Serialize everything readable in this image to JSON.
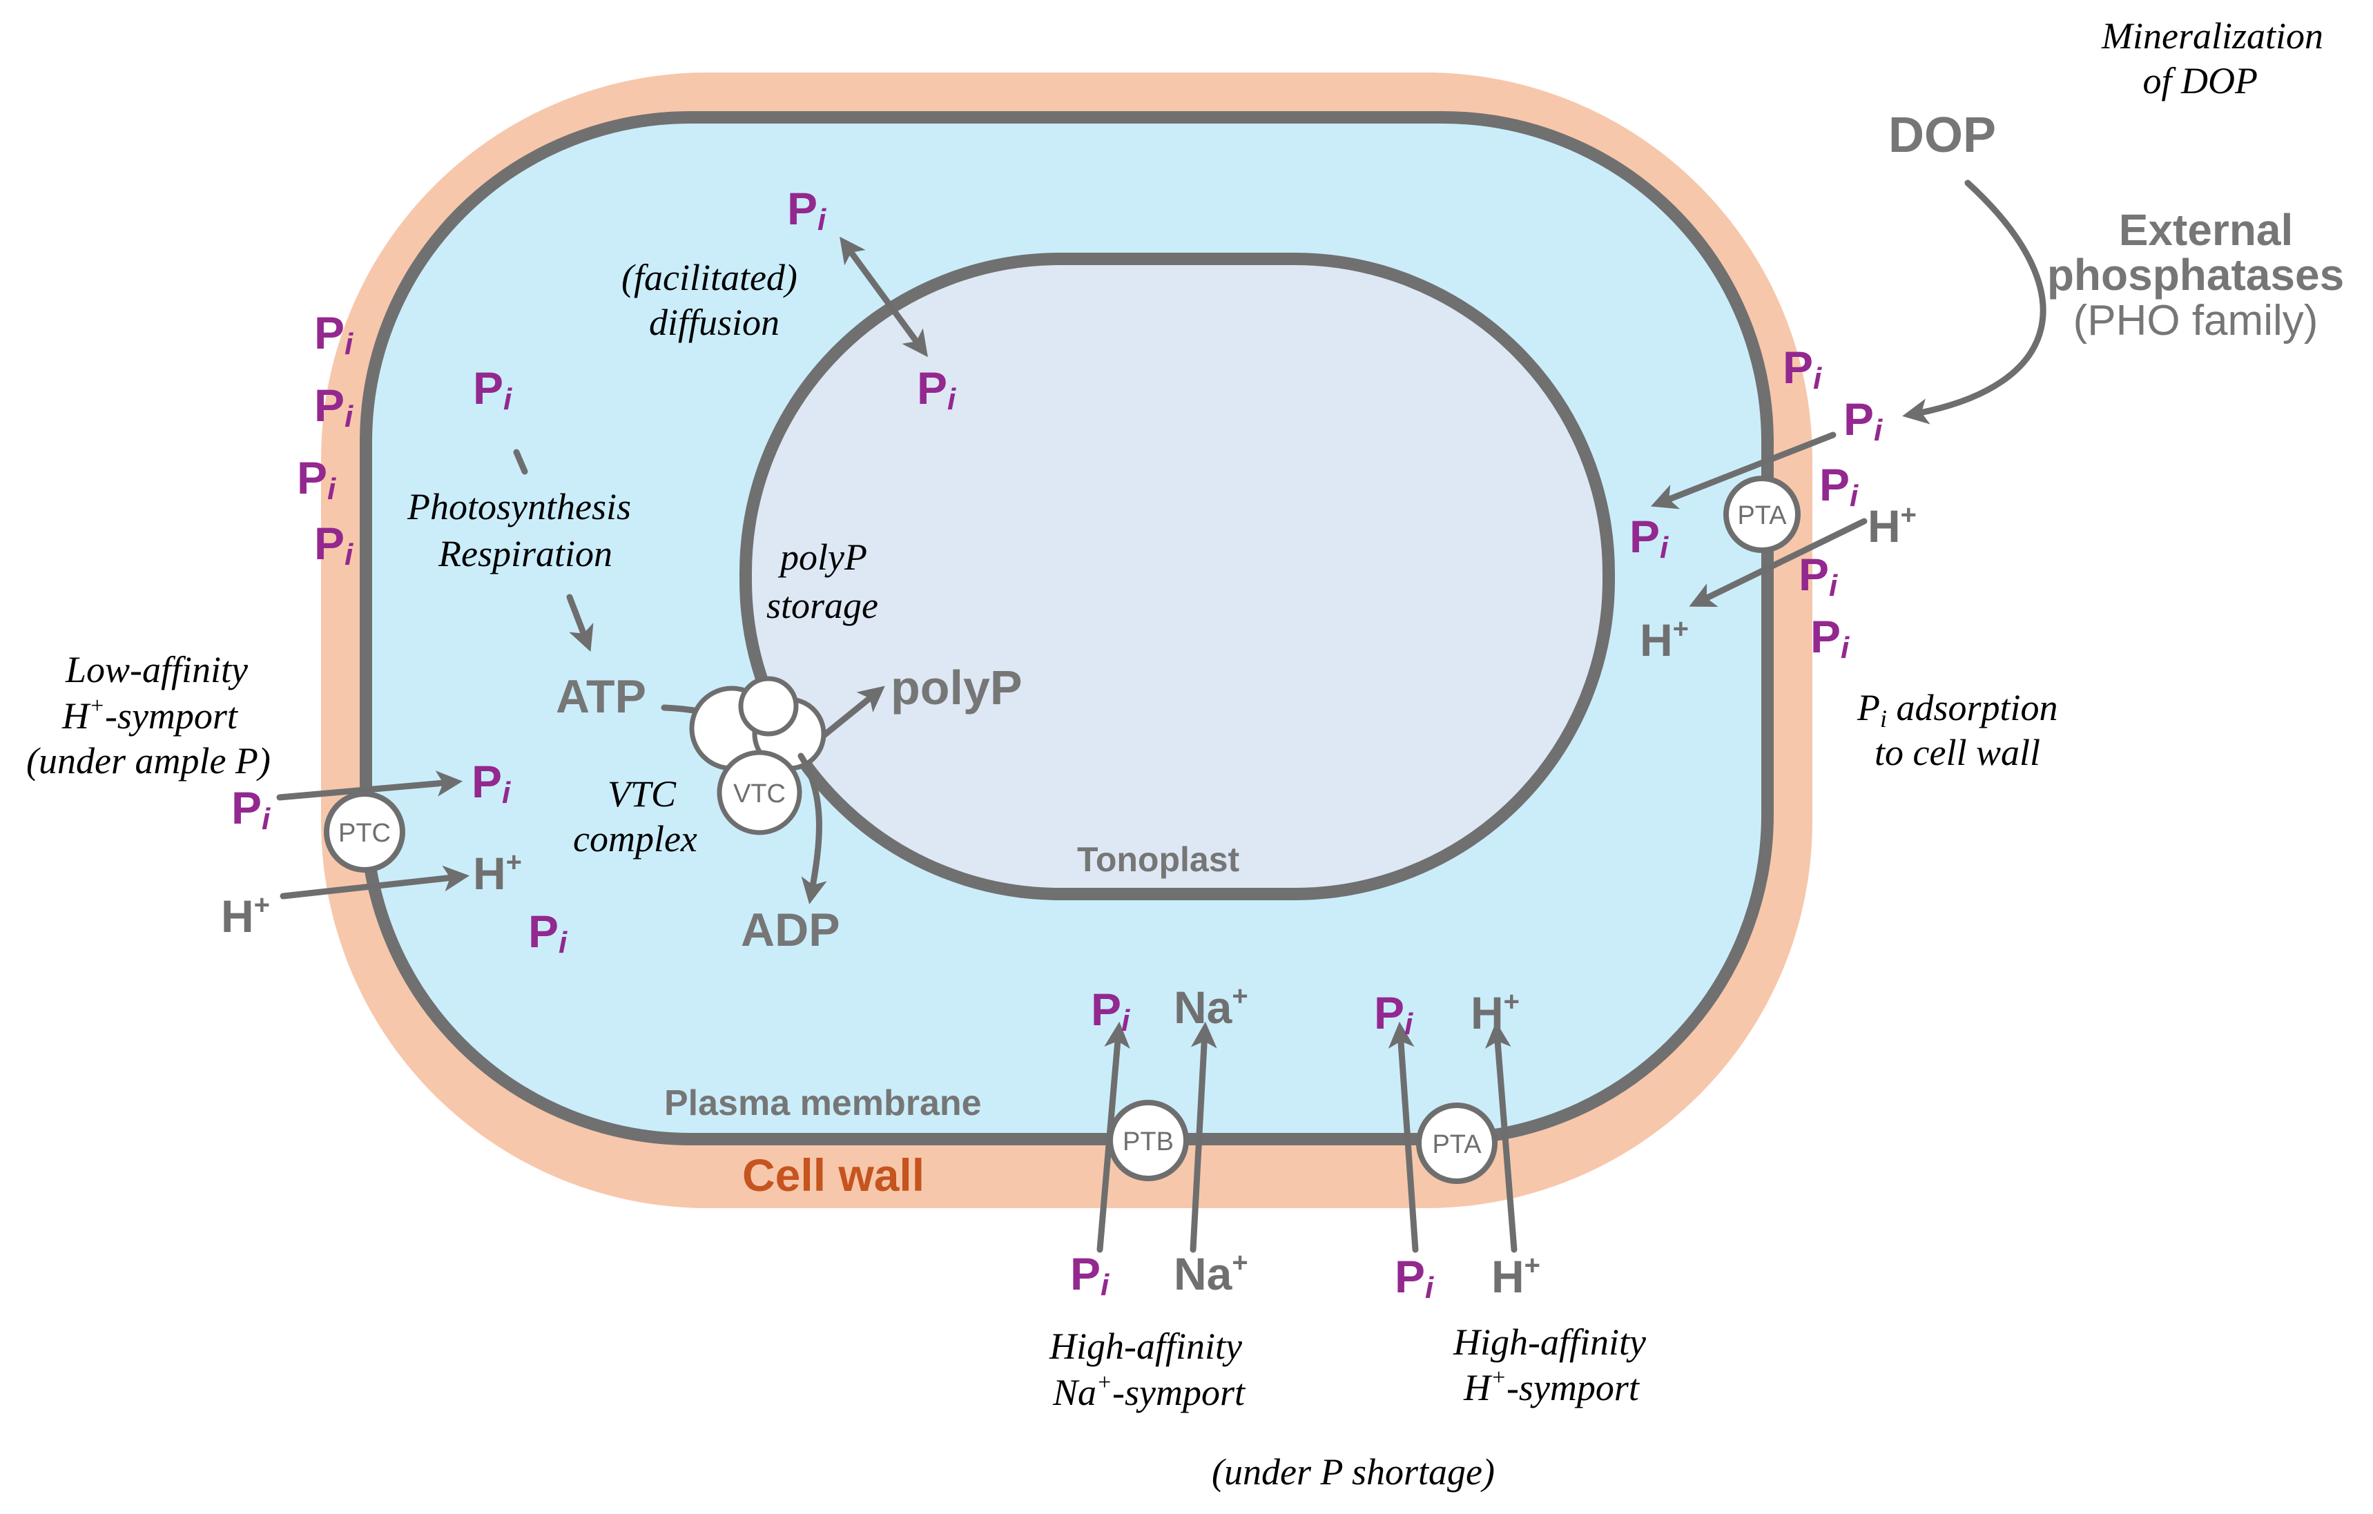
{
  "colors": {
    "cell_wall": "#f7c7ab",
    "cytoplasm": "#cbedfa",
    "vacuole": "#dde8f4",
    "membrane": "#707070",
    "phosphate": "#93288f",
    "cell_wall_label": "#c5541e",
    "text_grey": "#767676"
  },
  "phosphate": {
    "main": "P",
    "sub": "i"
  },
  "ions": {
    "proton": {
      "main": "H",
      "sup": "+"
    },
    "sodium": {
      "main": "Na",
      "sup": "+"
    }
  },
  "labels": {
    "mineralization_line1": "Mineralization",
    "mineralization_line2": "of DOP",
    "dop": "DOP",
    "phosphatases_line1": "External",
    "phosphatases_line2": "phosphatases",
    "phosphatases_line3": "(PHO family)",
    "facilitated_line1": "(facilitated)",
    "facilitated_line2": "diffusion",
    "photosynthesis": "Photosynthesis",
    "respiration": "Respiration",
    "polyp_storage_line1": "polyP",
    "polyp_storage_line2": "storage",
    "atp": "ATP",
    "adp": "ADP",
    "polyp": "polyP",
    "vtc_complex_line1": "VTC",
    "vtc_complex_line2": "complex",
    "tonoplast": "Tonoplast",
    "plasma_membrane": "Plasma membrane",
    "cell_wall": "Cell wall",
    "low_affinity_line1": "Low-affinity",
    "low_affinity_line2_sup": "+",
    "low_affinity_line2_rest": "-symport",
    "low_affinity_line2_h": "H",
    "low_affinity_line3": "(under ample P)",
    "adsorption_p": "P",
    "adsorption_sub": "i",
    "adsorption_rest": " adsorption",
    "adsorption_line2": "to cell wall",
    "high_na_line1": "High-affinity",
    "high_na_line2_na": "Na",
    "high_na_line2_sup": "+",
    "high_na_line2_rest": "-symport",
    "high_h_line1": "High-affinity",
    "high_h_line2_h": "H",
    "high_h_line2_sup": "+",
    "high_h_line2_rest": "-symport",
    "shortage": "(under P shortage)"
  },
  "transporters": {
    "ptc": "PTC",
    "pta_right": "PTA",
    "ptb": "PTB",
    "pta_bottom": "PTA",
    "vtc": "VTC"
  }
}
